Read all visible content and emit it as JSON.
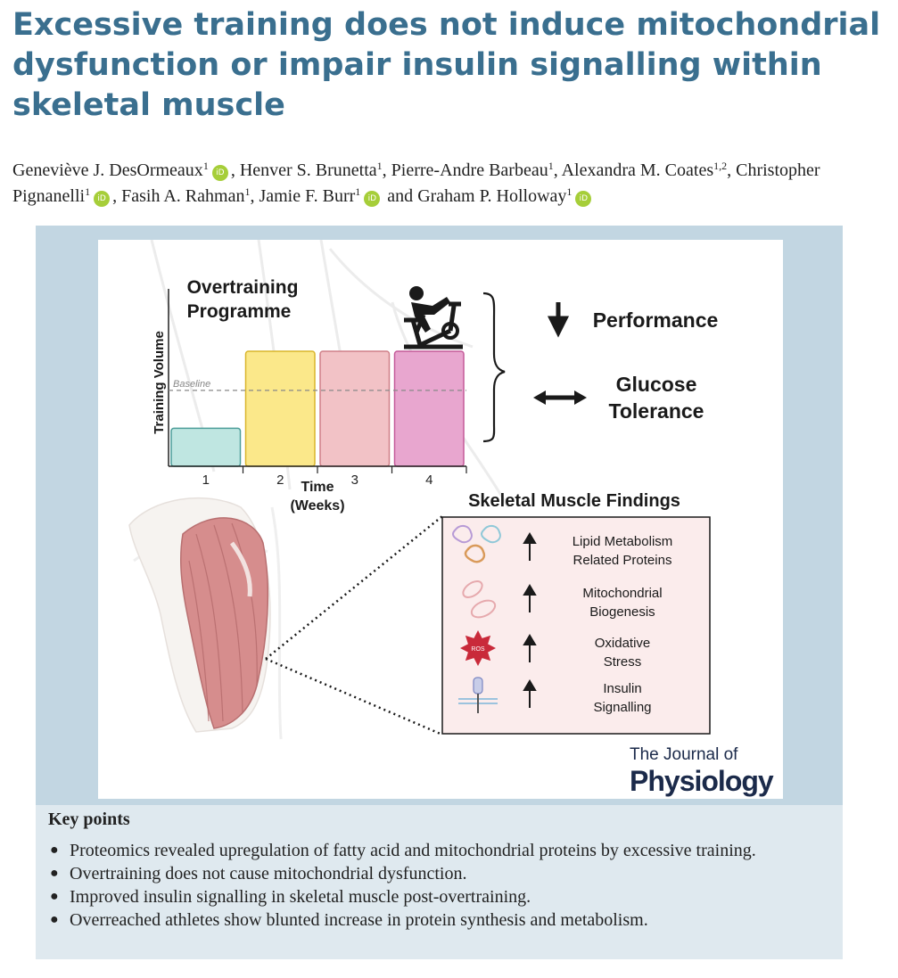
{
  "article": {
    "title": "Excessive training does not induce mitochondrial dysfunction or impair insulin signalling within skeletal muscle",
    "authors": [
      {
        "name": "Geneviève J. DesOrmeaux",
        "affil": "1",
        "orcid": true,
        "sep": ", "
      },
      {
        "name": "Henver S. Brunetta",
        "affil": "1",
        "orcid": false,
        "sep": ", "
      },
      {
        "name": "Pierre-Andre Barbeau",
        "affil": "1",
        "orcid": false,
        "sep": ", "
      },
      {
        "name": "Alexandra M. Coates",
        "affil": "1,2",
        "orcid": false,
        "sep": ", "
      },
      {
        "name": "Christopher Pignanelli",
        "affil": "1",
        "orcid": true,
        "sep": ", "
      },
      {
        "name": "Fasih A. Rahman",
        "affil": "1",
        "orcid": false,
        "sep": ", "
      },
      {
        "name": "Jamie F. Burr",
        "affil": "1",
        "orcid": true,
        "sep": " and "
      },
      {
        "name": "Graham P. Holloway",
        "affil": "1",
        "orcid": true,
        "sep": ""
      }
    ],
    "orcid_label": "iD"
  },
  "graphical_abstract": {
    "programme_title_line1": "Overtraining",
    "programme_title_line2": "Programme",
    "y_axis_label": "Training Volume",
    "baseline_label": "Baseline",
    "x_axis_label_line1": "Time",
    "x_axis_label_line2": "(Weeks)",
    "outcomes": [
      {
        "arrow": "down",
        "label_line1": "Performance",
        "label_line2": ""
      },
      {
        "arrow": "both",
        "label_line1": "Glucose",
        "label_line2": "Tolerance"
      }
    ],
    "findings_title": "Skeletal Muscle Findings",
    "findings": [
      {
        "label_line1": "Lipid Metabolism",
        "label_line2": "Related Proteins",
        "arrow": "up",
        "icon": "lipid-protein-icon"
      },
      {
        "label_line1": "Mitochondrial",
        "label_line2": "Biogenesis",
        "arrow": "up",
        "icon": "mitochondria-icon"
      },
      {
        "label_line1": "Oxidative",
        "label_line2": "Stress",
        "arrow": "up",
        "icon": "ros-icon"
      },
      {
        "label_line1": "Insulin",
        "label_line2": "Signalling",
        "arrow": "up",
        "icon": "insulin-receptor-icon"
      }
    ],
    "ros_label": "ROS",
    "journal_line1": "The Journal of",
    "journal_line2": "Physiology",
    "colors": {
      "week1": "#bfe6e1",
      "week2": "#fbe88a",
      "week3": "#f2c2c6",
      "week4": "#e8a6cf",
      "title_blue": "#3a6f8f",
      "journal_navy": "#1b2a4a"
    }
  },
  "chart_data": {
    "type": "bar",
    "categories": [
      "1",
      "2",
      "3",
      "4"
    ],
    "values": [
      0.33,
      1.0,
      1.0,
      1.0
    ],
    "baseline": 0.66,
    "xlabel": "Time (Weeks)",
    "ylabel": "Training Volume",
    "title": "Overtraining Programme",
    "bar_colors": [
      "#bfe6e1",
      "#fbe88a",
      "#f2c2c6",
      "#e8a6cf"
    ],
    "ylim": [
      0,
      1.05
    ]
  },
  "key_points": {
    "heading": "Key points",
    "items": [
      "Proteomics revealed upregulation of fatty acid and mitochondrial proteins by excessive training.",
      "Overtraining does not cause mitochondrial dysfunction.",
      "Improved insulin signalling in skeletal muscle post-overtraining.",
      "Overreached athletes show blunted increase in protein synthesis and metabolism."
    ]
  }
}
